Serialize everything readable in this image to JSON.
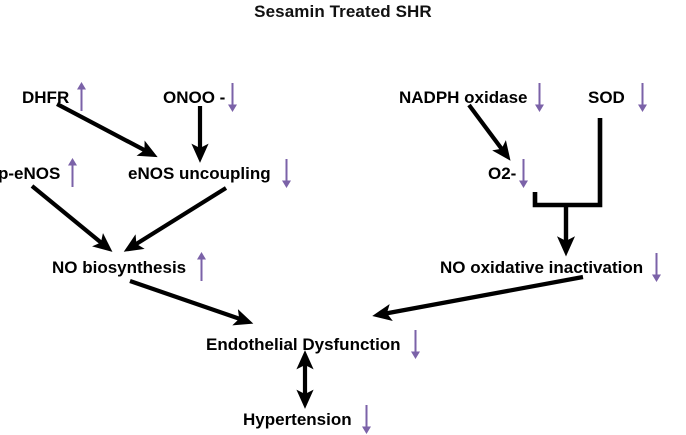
{
  "title": "Sesamin Treated SHR",
  "colors": {
    "arrow": "#000000",
    "trend_up": "#7B62A8",
    "trend_down": "#7B62A8",
    "text": "#000000",
    "background": "#FFFFFF"
  },
  "nodes": [
    {
      "id": "dhfr",
      "label": "DHFR",
      "trend": "up",
      "font_size": 17
    },
    {
      "id": "onoo",
      "label": "ONOO -",
      "trend": "down",
      "font_size": 17
    },
    {
      "id": "nadph_oxidase",
      "label": "NADPH oxidase",
      "trend": "down",
      "font_size": 17
    },
    {
      "id": "sod",
      "label": "SOD",
      "trend": "down",
      "font_size": 17
    },
    {
      "id": "p_enos",
      "label": "p-eNOS",
      "trend": "up",
      "font_size": 17
    },
    {
      "id": "enos_uncoupling",
      "label": "eNOS uncoupling",
      "trend": "down",
      "font_size": 17
    },
    {
      "id": "o2_minus",
      "label": "O2-",
      "trend": "down",
      "font_size": 17
    },
    {
      "id": "no_biosynthesis",
      "label": "NO biosynthesis",
      "trend": "up",
      "font_size": 17
    },
    {
      "id": "no_oxid_inact",
      "label": "NO oxidative inactivation",
      "trend": "down",
      "font_size": 17
    },
    {
      "id": "endo_dysfunc",
      "label": "Endothelial Dysfunction",
      "trend": "down",
      "font_size": 17
    },
    {
      "id": "hypertension",
      "label": "Hypertension",
      "trend": "down",
      "font_size": 17
    }
  ],
  "edges": [
    {
      "id": "dhfr-to-enos-uncoupling",
      "from": "dhfr",
      "to": "enos_uncoupling",
      "style": "straight",
      "heads": "single"
    },
    {
      "id": "onoo-to-enos-uncoupling",
      "from": "onoo",
      "to": "enos_uncoupling",
      "style": "straight",
      "heads": "single"
    },
    {
      "id": "p-enos-to-no-biosynthesis",
      "from": "p_enos",
      "to": "no_biosynthesis",
      "style": "straight",
      "heads": "single"
    },
    {
      "id": "enos-uncoupling-to-no-biosynth",
      "from": "enos_uncoupling",
      "to": "no_biosynthesis",
      "style": "straight",
      "heads": "single"
    },
    {
      "id": "nadph-to-o2-minus",
      "from": "nadph_oxidase",
      "to": "o2_minus",
      "style": "straight",
      "heads": "single"
    },
    {
      "id": "o2-sod-bracket-to-no-oxid",
      "from": "o2_minus, sod",
      "to": "no_oxid_inact",
      "style": "bracket",
      "heads": "single"
    },
    {
      "id": "no-biosynth-to-endo-dysfunc",
      "from": "no_biosynthesis",
      "to": "endo_dysfunc",
      "style": "straight",
      "heads": "single"
    },
    {
      "id": "no-oxid-to-endo-dysfunc",
      "from": "no_oxid_inact",
      "to": "endo_dysfunc",
      "style": "straight",
      "heads": "single"
    },
    {
      "id": "endo-dysfunc-hypertension",
      "from": "endo_dysfunc",
      "to": "hypertension",
      "style": "straight",
      "heads": "double"
    }
  ]
}
